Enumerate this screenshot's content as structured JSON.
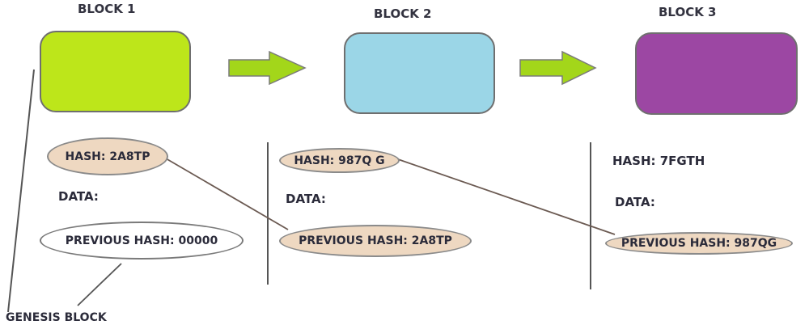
{
  "colors": {
    "block1": "#bde61a",
    "block2": "#9bd6e7",
    "block3": "#9c47a3",
    "arrow": "#a3d61a",
    "pill_fill": "#eed8c1",
    "connector": "#6b5a52"
  },
  "blocks": [
    {
      "title": "BLOCK 1",
      "hash": "HASH:  2A8TP",
      "data": "DATA:",
      "previous_hash": "PREVIOUS HASH: 00000"
    },
    {
      "title": "BLOCK 2",
      "hash": "HASH: 987Q G",
      "data": "DATA:",
      "previous_hash": "PREVIOUS HASH: 2A8TP"
    },
    {
      "title": "BLOCK 3",
      "hash": "HASH: 7FGTH",
      "data": "DATA:",
      "previous_hash": "PREVIOUS HASH: 987QG"
    }
  ],
  "genesis_label": "GENESIS BLOCK"
}
